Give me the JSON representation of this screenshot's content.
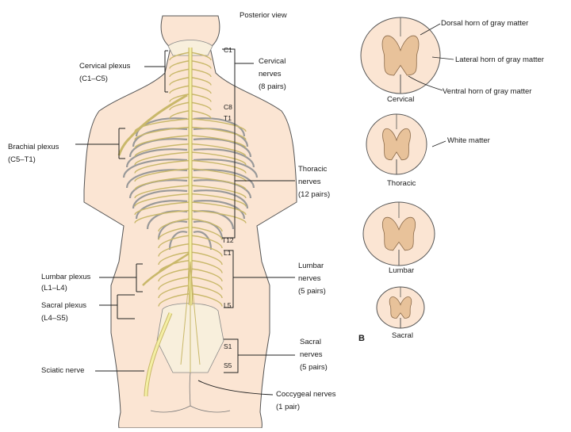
{
  "view_title": "Posterior view",
  "left_labels": {
    "cervical_plexus": [
      "Cervical plexus",
      "(C1–C5)"
    ],
    "brachial_plexus": [
      "Brachial plexus",
      "(C5–T1)"
    ],
    "lumbar_plexus": [
      "Lumbar plexus",
      "(L1–L4)"
    ],
    "sacral_plexus": [
      "Sacral plexus",
      "(L4–S5)"
    ],
    "sciatic_nerve": "Sciatic nerve"
  },
  "right_labels": {
    "cervical_nerves": [
      "Cervical",
      "nerves",
      "(8 pairs)"
    ],
    "thoracic_nerves": [
      "Thoracic",
      "nerves",
      "(12 pairs)"
    ],
    "lumbar_nerves": [
      "Lumbar",
      "nerves",
      "(5 pairs)"
    ],
    "sacral_nerves": [
      "Sacral",
      "nerves",
      "(5 pairs)"
    ],
    "coccygeal_nerves": [
      "Coccygeal nerves",
      "(1 pair)"
    ]
  },
  "segment_marks": {
    "c1": "C1",
    "c8": "C8",
    "t1": "T1",
    "t12": "T12",
    "l1": "L1",
    "l5": "L5",
    "s1": "S1",
    "s5": "S5"
  },
  "cross_sections": {
    "panel_letter": "B",
    "callouts": {
      "dorsal_horn": "Dorsal horn of gray matter",
      "lateral_horn": "Lateral horn of gray matter",
      "ventral_horn": "Ventral horn of gray matter",
      "white_matter": "White matter"
    },
    "sections": [
      "Cervical",
      "Thoracic",
      "Lumbar",
      "Sacral"
    ]
  },
  "colors": {
    "skin": "#fbe5d3",
    "outline": "#555555",
    "nerve": "#f4efa4",
    "gray_matter": "#e8c29a",
    "line": "#222222"
  }
}
